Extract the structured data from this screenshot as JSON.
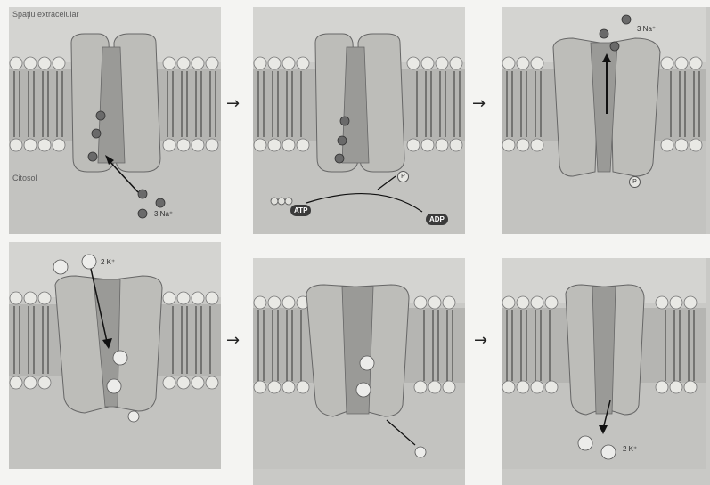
{
  "labels": {
    "extracellular": "Spaţiu extracelular",
    "cytosol": "Citosol",
    "na_ions": "3 Na⁺",
    "k_ions": "2 K⁺",
    "atp": "ATP",
    "adp": "ADP",
    "phosphate": "P"
  },
  "arrows": {
    "symbol": "→"
  },
  "colors": {
    "background": "#c9c9c6",
    "membrane_head": "#e8e8e4",
    "protein": "#b8b8b4",
    "sodium": "#6a6a6a",
    "potassium": "#ececea"
  }
}
